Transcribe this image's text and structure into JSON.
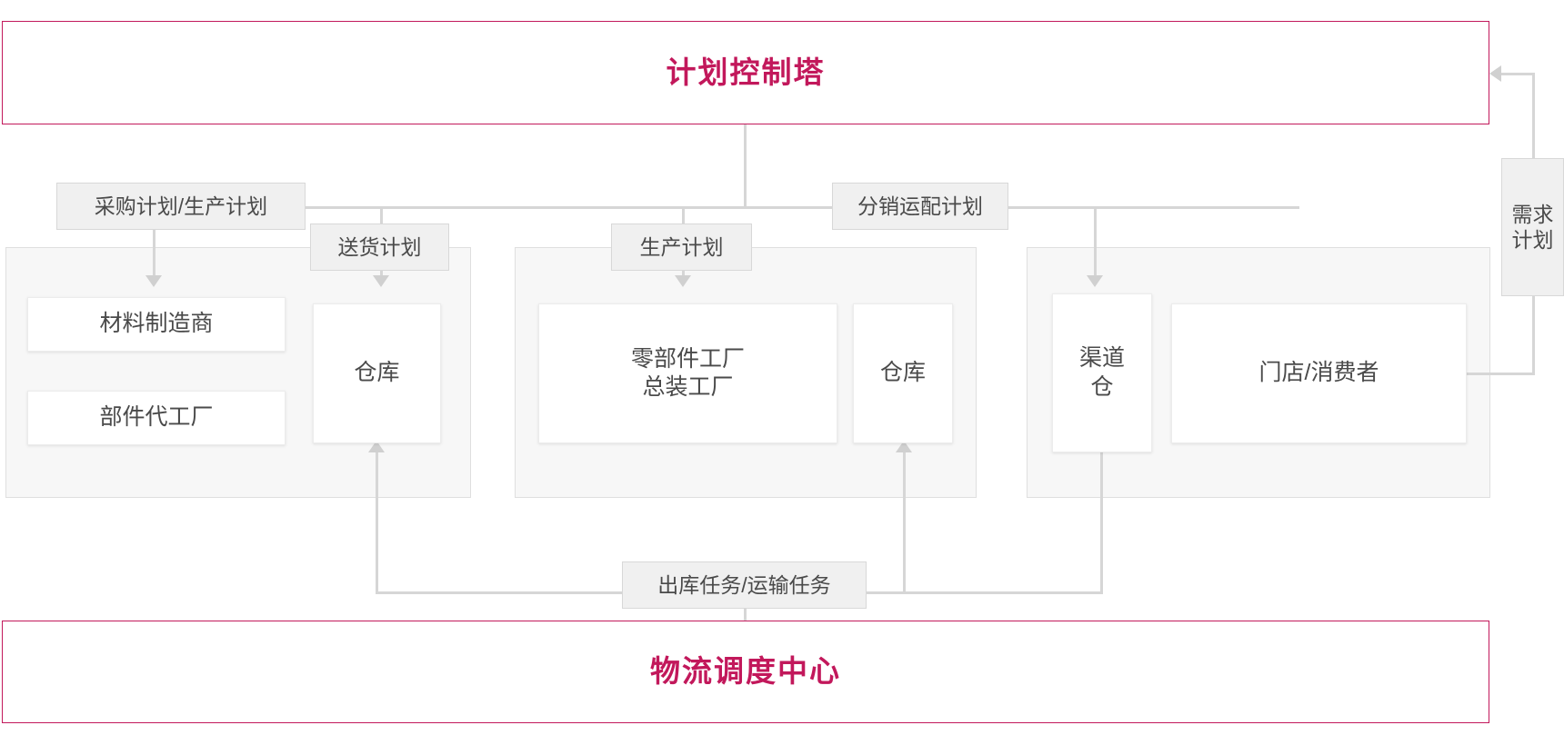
{
  "diagram": {
    "title_top": "计划控制塔",
    "title_bottom": "物流调度中心",
    "accent_color": "#c2185b",
    "line_color": "#d6d6d6",
    "node_text_color": "#4a4a4a"
  },
  "plan_labels": {
    "purchase_production": "采购计划/生产计划",
    "delivery": "送货计划",
    "production": "生产计划",
    "distribution": "分销运配计划",
    "demand": "需求\n计划",
    "outbound_transport": "出库任务/运输任务"
  },
  "groups": {
    "supply": {
      "nodes": [
        {
          "label": "材料制造商"
        },
        {
          "label": "部件代工厂"
        },
        {
          "label": "仓库"
        }
      ]
    },
    "manufacture": {
      "nodes": [
        {
          "label": "零部件工厂\n总装工厂"
        },
        {
          "label": "仓库"
        }
      ]
    },
    "distribution": {
      "nodes": [
        {
          "label": "渠道\n仓"
        },
        {
          "label": "门店/消费者"
        }
      ]
    }
  }
}
